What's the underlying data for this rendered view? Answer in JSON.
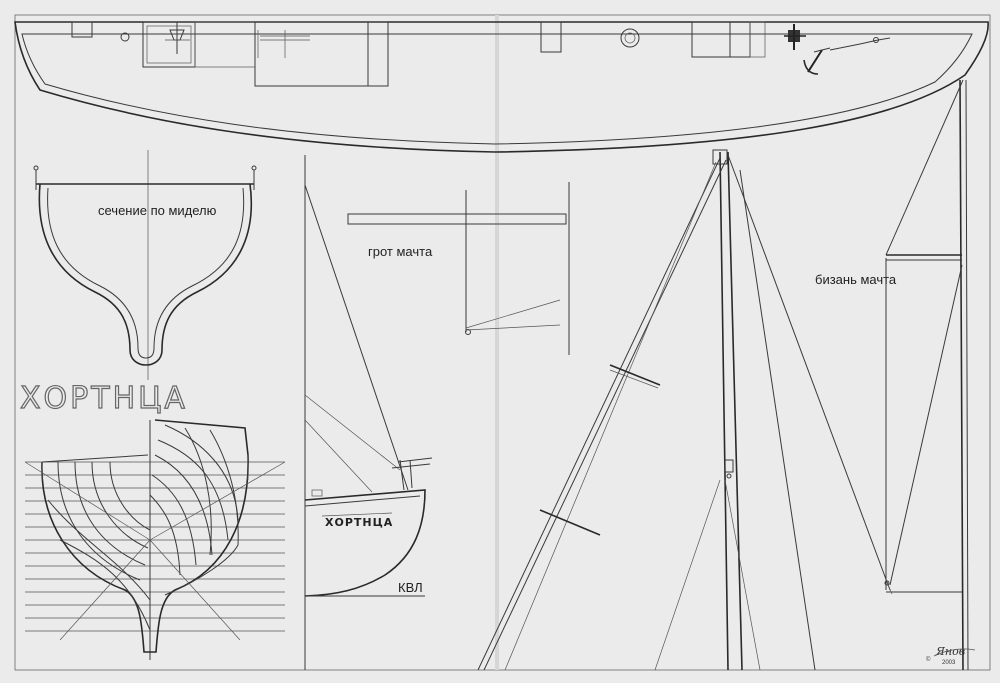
{
  "drawing": {
    "labels": {
      "midship_section": "сечение по миделю",
      "main_mast": "грот мачта",
      "mizzen_mast": "бизань мачта",
      "waterline": "КВЛ"
    },
    "boat_name_large": "ХОРТНЦА",
    "boat_name_hull": "ХОРТНЦА",
    "signature": "Янов",
    "copyright_symbol": "©",
    "year": "2003"
  }
}
